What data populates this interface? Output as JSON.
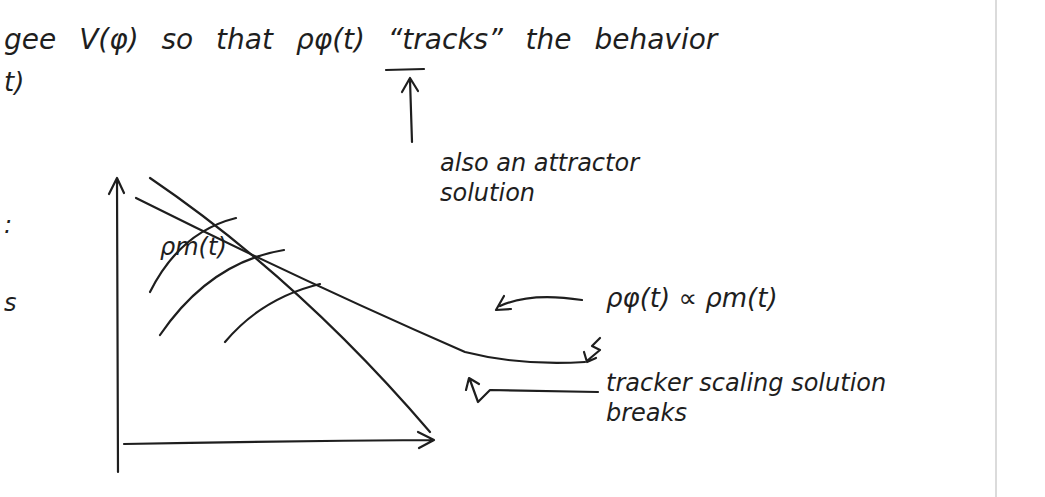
{
  "diagram": {
    "labels": [
      "gee V(φ) so that ρφ(t) “tracks” the behavior",
      "t)",
      "also an attractor solution",
      "ρm(t)",
      "ρφ(t) ∝ ρm(t)",
      "tracker scaling solution breaks",
      ":",
      "s"
    ]
  }
}
